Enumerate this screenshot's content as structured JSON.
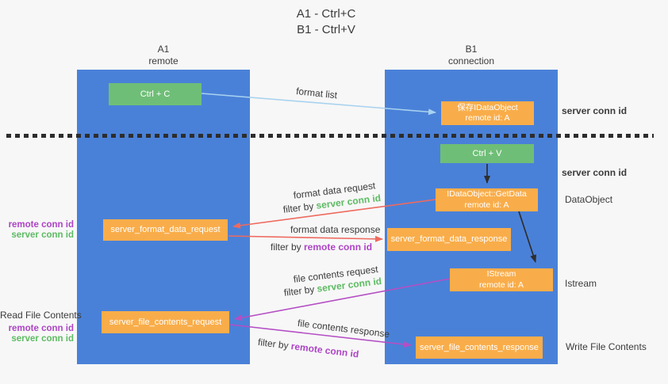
{
  "title": {
    "line1": "A1 - Ctrl+C",
    "line2": "B1 - Ctrl+V"
  },
  "lanes": {
    "a1": {
      "name": "A1",
      "subtitle": "remote"
    },
    "b1": {
      "name": "B1",
      "subtitle": "connection"
    }
  },
  "nodes": {
    "ctrl_c": {
      "label": "Ctrl + C"
    },
    "ctrl_v": {
      "label": "Ctrl + V"
    },
    "save_idataobject": {
      "line1": "保存IDataObject",
      "line2": "remote id: A"
    },
    "getdata": {
      "line1": "IDataObject::GetData",
      "line2": "remote id: A"
    },
    "istream": {
      "line1": "IStream",
      "line2": "remote id: A"
    },
    "server_format_data_request": {
      "label": "server_format_data_request"
    },
    "server_format_data_response": {
      "label": "server_format_data_response"
    },
    "server_file_contents_request": {
      "label": "server_file_contents_request"
    },
    "server_file_contents_response": {
      "label": "server_file_contents_response"
    }
  },
  "edge_labels": {
    "format_list": "format list",
    "format_data_request": "format data request",
    "format_data_response": "format data response",
    "file_contents_request": "file contents request",
    "file_contents_response": "file contents response",
    "filter_by": "filter by ",
    "server_conn_id": "server conn id",
    "remote_conn_id": "remote conn id"
  },
  "side_labels": {
    "server_conn_id_top": "server conn id",
    "server_conn_id_mid": "server conn id",
    "dataobject": "DataObject",
    "istream": "Istream",
    "write_file_contents": "Write File Contents",
    "read_file_contents": "Read File Contents",
    "remote_conn_id": "remote conn id",
    "server_conn_id": "server conn id"
  },
  "colors": {
    "background": "#f7f7f7",
    "lane_blue": "#4a81d8",
    "green_box": "#6fbe77",
    "orange_box": "#f9ad4a",
    "box_text": "#ffffff",
    "dark_text": "#3b3b3b",
    "green_label": "#5dbb63",
    "purple_label": "#ad44c5",
    "red_arrow": "#ee6a5f",
    "purple_arrow": "#b44fc4",
    "blue_arrow": "#a8d2ef",
    "black_arrow": "#2e2e2e",
    "divider": "#2d2d2d"
  }
}
